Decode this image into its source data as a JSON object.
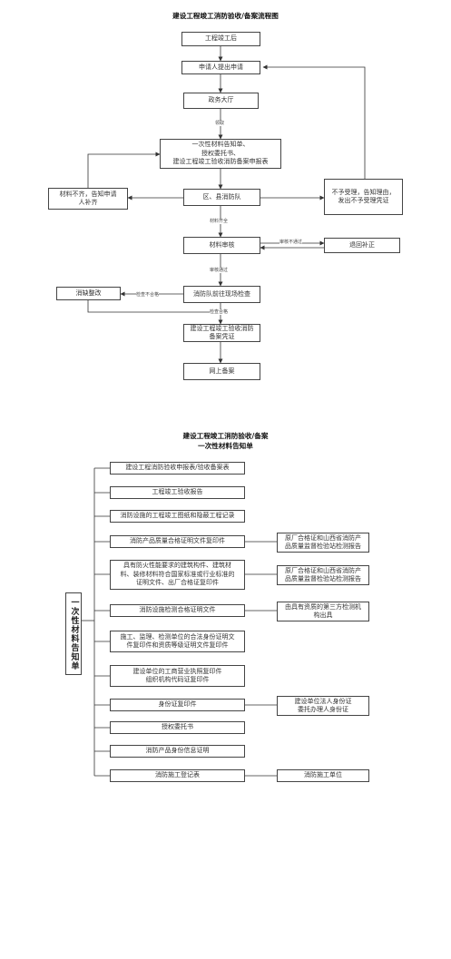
{
  "flow_title": "建设工程竣工消防验收/备案流程图",
  "flow": {
    "n1": "工程竣工后",
    "n2": "申请人提出申请",
    "n3": "政务大厅",
    "n4": "一次性材料告知单、\n授权委托书、\n建设工程竣工验收消防备案申报表",
    "n5": "区、县消防队",
    "n6": "材料审核",
    "n7": "消防队前往现场检查",
    "n8": "建设工程竣工验收消防\n备案凭证",
    "n9": "网上备案",
    "left_incomplete": "材料不齐，告知申请\n人补齐",
    "left_rectify": "消缺整改",
    "right_reject": "不予受理，告知理由，\n发出不予受理凭证",
    "right_return": "退回补正"
  },
  "flow_labels": {
    "l1": "领取",
    "l2": "材料齐全",
    "l3": "审核不通过",
    "l4": "审核通过",
    "l5": "检查不合格",
    "l6": "检查合格"
  },
  "list_title_line1": "建设工程竣工消防验收/备案",
  "list_title_line2": "一次性材料告知单",
  "list_side_label": "一次性材料告知单",
  "list": {
    "i1": "建设工程消防验收申报表/验收备案表",
    "i2": "工程竣工验收报告",
    "i3": "消防设施的工程竣工图纸和隐蔽工程记录",
    "i4": "消防产品质量合格证明文件复印件",
    "i5": "具有防火性能要求的建筑构件、建筑材\n料、装修材料符合国家标准或行业标准的\n证明文件、出厂合格证复印件",
    "i6": "消防设施检测合格证明文件",
    "i7": "施工、监理、检测单位的合法身份证明文\n件复印件和资质等级证明文件复印件",
    "i8": "建设单位的工商营业执照复印件\n组织机构代码证复印件",
    "i9": "身份证复印件",
    "i10": "授权委托书",
    "i11": "消防产品身份信息证明",
    "i12": "消防施工登记表",
    "r4": "原厂合格证和山西省消防产\n品质量监督检验站检测报告",
    "r5": "原厂合格证和山西省消防产\n品质量监督检验站检测报告",
    "r6": "由具有资质的第三方检测机\n构出具",
    "r9": "建设单位法人身份证\n委托办理人身份证",
    "r12": "消防施工单位"
  }
}
